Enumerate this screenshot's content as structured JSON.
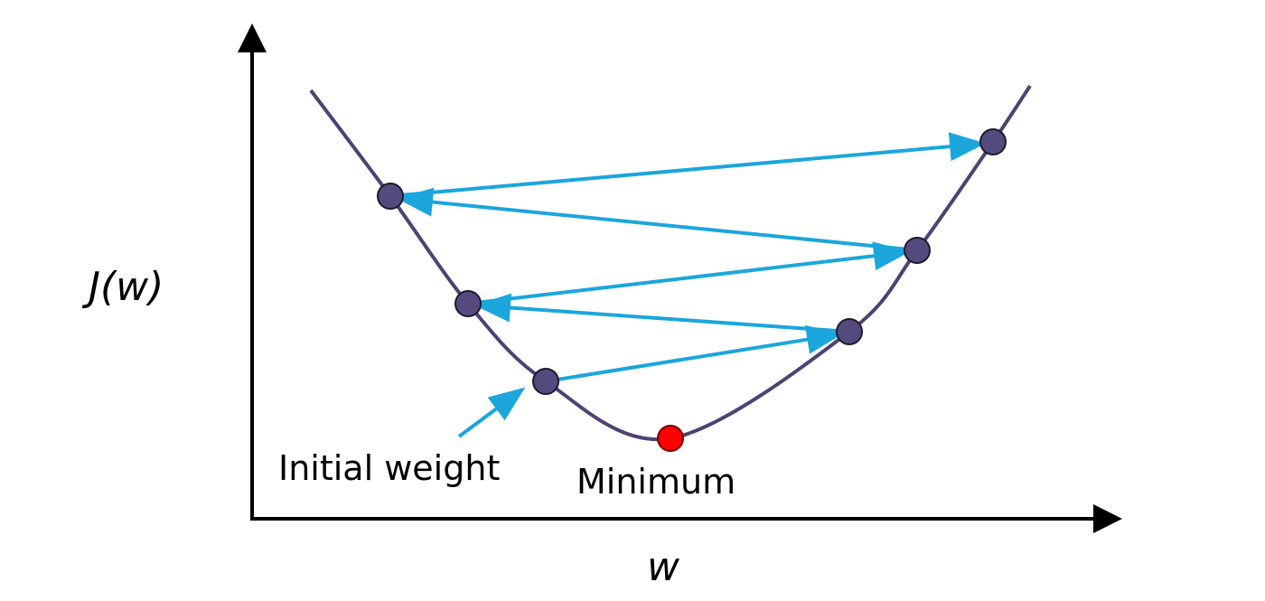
{
  "labels": {
    "y_axis": "J(w)",
    "x_axis": "w",
    "initial_weight": "Initial weight",
    "minimum": "Minimum"
  },
  "colors": {
    "axis": "#000000",
    "curve": "#4e4273",
    "point": "#554a7e",
    "minimum_point": "#ff0000",
    "step_arrow": "#1ba6dc",
    "background": "#ffffff"
  },
  "step_sequence": [
    "initial-weight",
    "step-1",
    "step-2",
    "step-3",
    "step-4",
    "step-5"
  ]
}
